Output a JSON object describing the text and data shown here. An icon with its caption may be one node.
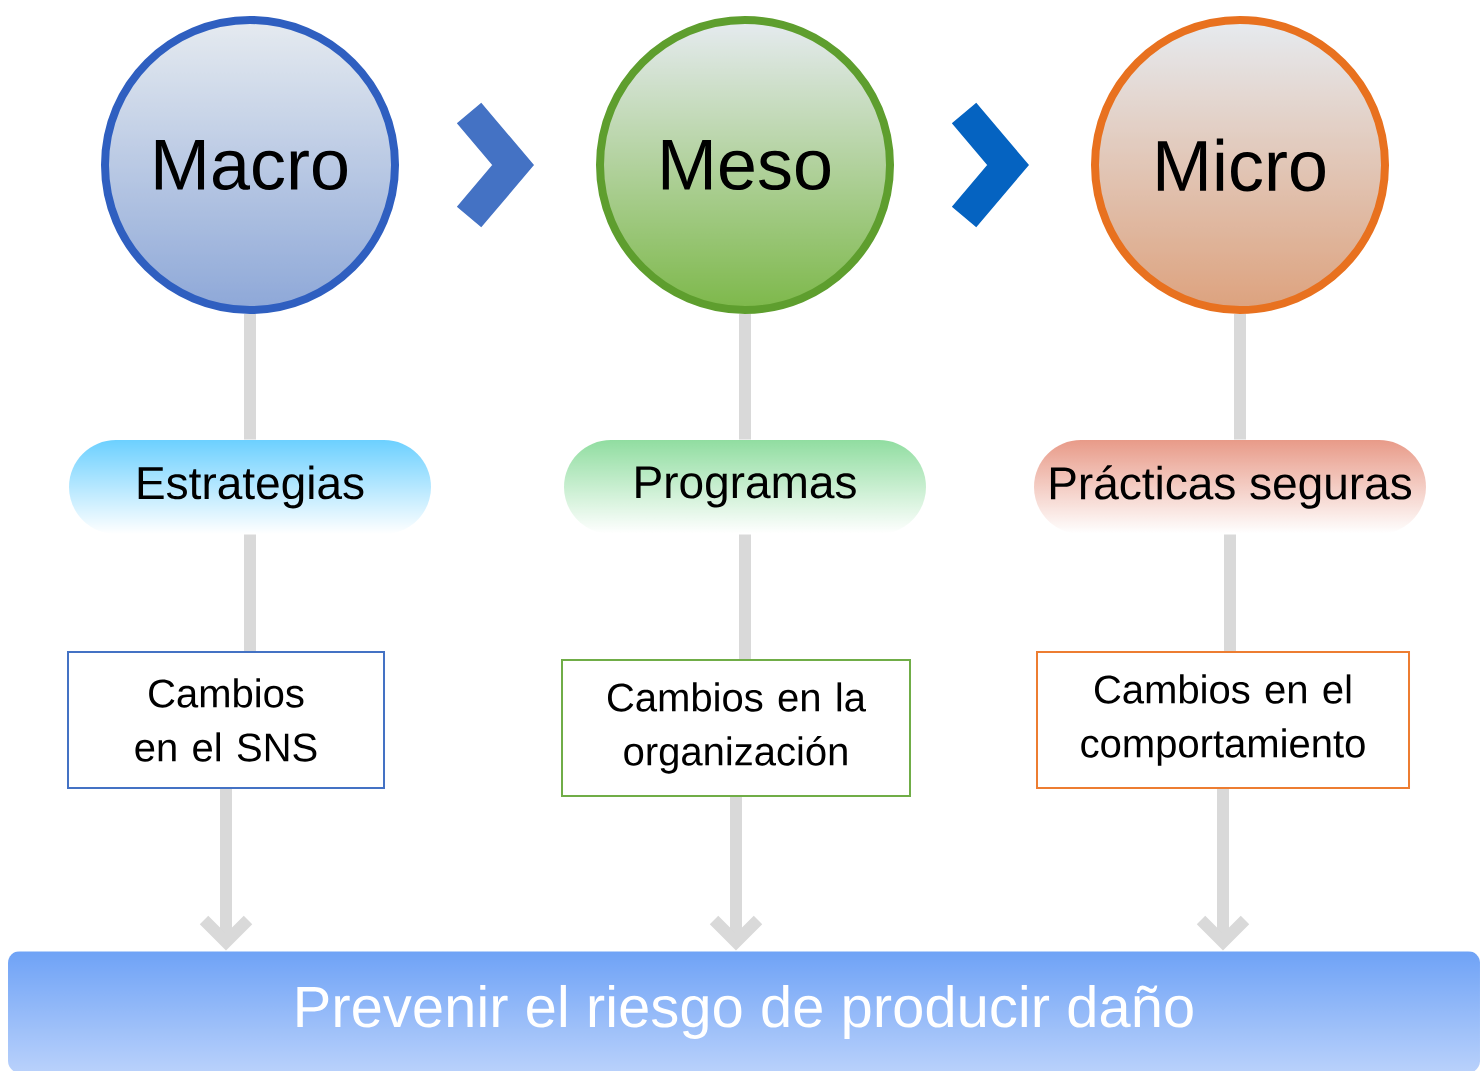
{
  "diagram": {
    "nodes": [
      {
        "text": [
          "Macro"
        ]
      },
      {
        "text": [
          "Meso"
        ]
      },
      {
        "text": [
          "Micro"
        ]
      },
      {
        "text": [
          "Estrategias"
        ]
      },
      {
        "text": [
          "Programas"
        ]
      },
      {
        "text": [
          "Prácticas seguras"
        ]
      },
      {
        "text": [
          "Cambios en el SNS"
        ]
      },
      {
        "text": [
          "Cambios en la organización"
        ]
      },
      {
        "text": [
          "Cambios en el comportamiento"
        ]
      },
      {
        "text": [
          "Prevenir el riesgo de producir daño"
        ]
      }
    ],
    "edges": [
      {
        "from": 0,
        "to": 1,
        "arrow": "to",
        "style": "thick",
        "color": "#4472c4"
      },
      {
        "from": 1,
        "to": 2,
        "arrow": "to",
        "style": "thick",
        "color": "#0563c1"
      },
      {
        "from": 0,
        "to": 3,
        "arrow": "none"
      },
      {
        "from": 3,
        "to": 6,
        "arrow": "none"
      },
      {
        "from": 6,
        "to": 9,
        "arrow": "to"
      },
      {
        "from": 1,
        "to": 4,
        "arrow": "none"
      },
      {
        "from": 4,
        "to": 7,
        "arrow": "none"
      },
      {
        "from": 7,
        "to": 9,
        "arrow": "to"
      },
      {
        "from": 2,
        "to": 5,
        "arrow": "none"
      },
      {
        "from": 5,
        "to": 8,
        "arrow": "none"
      },
      {
        "from": 8,
        "to": 9,
        "arrow": "to"
      }
    ]
  }
}
